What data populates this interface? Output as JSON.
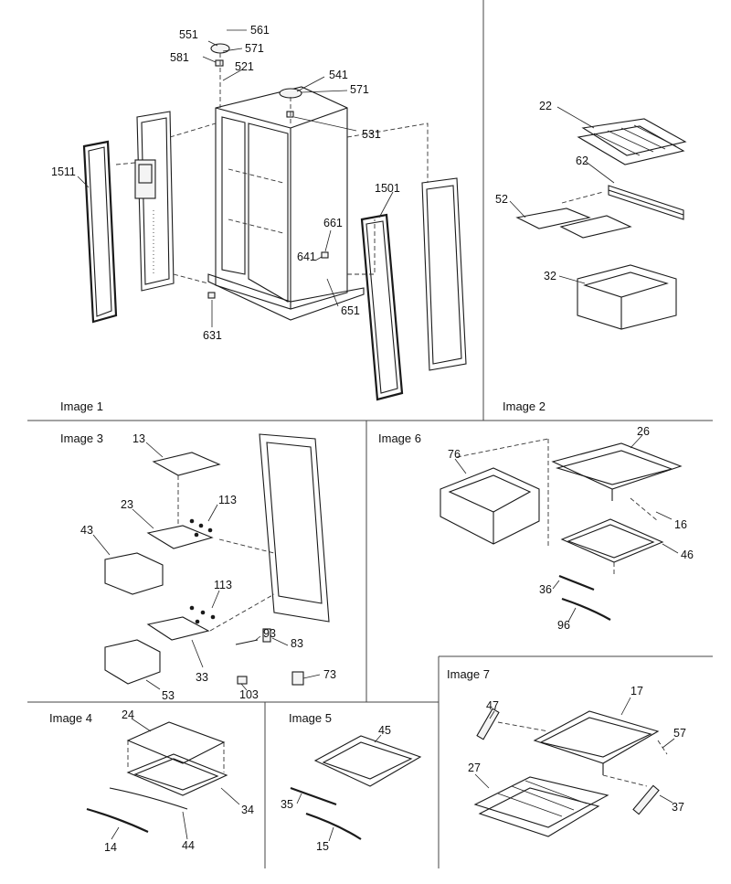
{
  "panels": [
    {
      "label": "Image 1",
      "callouts": [
        "561",
        "551",
        "571",
        "581",
        "521",
        "541",
        "571",
        "531",
        "1511",
        "1501",
        "661",
        "641",
        "651",
        "631"
      ]
    },
    {
      "label": "Image 2",
      "callouts": [
        "22",
        "62",
        "52",
        "32"
      ]
    },
    {
      "label": "Image 3",
      "callouts": [
        "13",
        "23",
        "113",
        "43",
        "113",
        "93",
        "83",
        "33",
        "53",
        "103",
        "73"
      ]
    },
    {
      "label": "Image 6",
      "callouts": [
        "76",
        "26",
        "16",
        "46",
        "36",
        "96"
      ]
    },
    {
      "label": "Image 4",
      "callouts": [
        "24",
        "34",
        "14",
        "44"
      ]
    },
    {
      "label": "Image 5",
      "callouts": [
        "45",
        "35",
        "15"
      ]
    },
    {
      "label": "Image 7",
      "callouts": [
        "47",
        "17",
        "57",
        "27",
        "37"
      ]
    }
  ]
}
